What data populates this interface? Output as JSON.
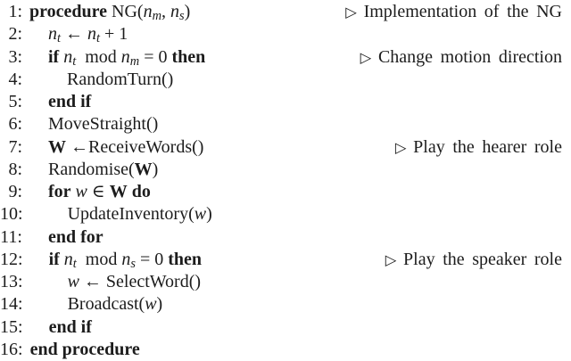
{
  "colors": {
    "background": "#ffffff",
    "text": "#1c1c1c"
  },
  "algorithm": {
    "comment_marker": "▷",
    "lines": [
      {
        "number": "1:",
        "indent": 0,
        "tokens": [
          {
            "s": "kw",
            "t": "procedure"
          },
          {
            "t": " "
          },
          {
            "s": "fn",
            "t": "NG("
          },
          {
            "s": "var",
            "t": "n"
          },
          {
            "s": "sub",
            "t": "m"
          },
          {
            "t": ", "
          },
          {
            "s": "var",
            "t": "n"
          },
          {
            "s": "sub",
            "t": "s"
          },
          {
            "t": ")"
          }
        ],
        "comment": "Implementation of the NG"
      },
      {
        "number": "2:",
        "indent": 1,
        "tokens": [
          {
            "s": "var",
            "t": "n"
          },
          {
            "s": "sub",
            "t": "t"
          },
          {
            "t": " ← "
          },
          {
            "s": "var",
            "t": "n"
          },
          {
            "s": "sub",
            "t": "t"
          },
          {
            "t": " + 1"
          }
        ],
        "comment": null
      },
      {
        "number": "3:",
        "indent": 1,
        "tokens": [
          {
            "s": "kw",
            "t": "if"
          },
          {
            "t": " "
          },
          {
            "s": "var",
            "t": "n"
          },
          {
            "s": "sub",
            "t": "t"
          },
          {
            "t": "  mod "
          },
          {
            "s": "var",
            "t": "n"
          },
          {
            "s": "sub",
            "t": "m"
          },
          {
            "t": " = 0 "
          },
          {
            "s": "kw",
            "t": "then"
          }
        ],
        "comment": "Change motion direction"
      },
      {
        "number": "4:",
        "indent": 2,
        "tokens": [
          {
            "s": "fn",
            "t": "RandomTurn()"
          }
        ],
        "comment": null
      },
      {
        "number": "5:",
        "indent": 1,
        "tokens": [
          {
            "s": "kw",
            "t": "end if"
          }
        ],
        "comment": null
      },
      {
        "number": "6:",
        "indent": 1,
        "tokens": [
          {
            "s": "fn",
            "t": "MoveStraight()"
          }
        ],
        "comment": null
      },
      {
        "number": "7:",
        "indent": 1,
        "tokens": [
          {
            "s": "bvar",
            "t": "W"
          },
          {
            "t": " ←"
          },
          {
            "s": "fn",
            "t": "ReceiveWords()"
          }
        ],
        "comment": "Play the hearer role"
      },
      {
        "number": "8:",
        "indent": 1,
        "tokens": [
          {
            "s": "fn",
            "t": "Randomise("
          },
          {
            "s": "bvar",
            "t": "W"
          },
          {
            "s": "fn",
            "t": ")"
          }
        ],
        "comment": null
      },
      {
        "number": "9:",
        "indent": 1,
        "tokens": [
          {
            "s": "kw",
            "t": "for"
          },
          {
            "t": " "
          },
          {
            "s": "var",
            "t": "w"
          },
          {
            "t": " ∈ "
          },
          {
            "s": "bvar",
            "t": "W"
          },
          {
            "t": " "
          },
          {
            "s": "kw",
            "t": "do"
          }
        ],
        "comment": null
      },
      {
        "number": "10:",
        "indent": 2,
        "tokens": [
          {
            "s": "fn",
            "t": "UpdateInventory("
          },
          {
            "s": "var",
            "t": "w"
          },
          {
            "s": "fn",
            "t": ")"
          }
        ],
        "comment": null
      },
      {
        "number": "11:",
        "indent": 1,
        "tokens": [
          {
            "s": "kw",
            "t": "end for"
          }
        ],
        "comment": null
      },
      {
        "number": "12:",
        "indent": 1,
        "tokens": [
          {
            "s": "kw",
            "t": "if"
          },
          {
            "t": " "
          },
          {
            "s": "var",
            "t": "n"
          },
          {
            "s": "sub",
            "t": "t"
          },
          {
            "t": "  mod "
          },
          {
            "s": "var",
            "t": "n"
          },
          {
            "s": "sub",
            "t": "s"
          },
          {
            "t": " = 0 "
          },
          {
            "s": "kw",
            "t": "then"
          }
        ],
        "comment": "Play the speaker role"
      },
      {
        "number": "13:",
        "indent": 2,
        "tokens": [
          {
            "s": "var",
            "t": "w"
          },
          {
            "t": " ← "
          },
          {
            "s": "fn",
            "t": "SelectWord()"
          }
        ],
        "comment": null
      },
      {
        "number": "14:",
        "indent": 2,
        "tokens": [
          {
            "s": "fn",
            "t": "Broadcast("
          },
          {
            "s": "var",
            "t": "w"
          },
          {
            "s": "fn",
            "t": ")"
          }
        ],
        "comment": null
      },
      {
        "number": "15:",
        "indent": 1,
        "tokens": [
          {
            "s": "kw",
            "t": "end if"
          }
        ],
        "comment": null
      },
      {
        "number": "16:",
        "indent": 0,
        "tokens": [
          {
            "s": "kw",
            "t": "end procedure"
          }
        ],
        "comment": null
      }
    ]
  }
}
